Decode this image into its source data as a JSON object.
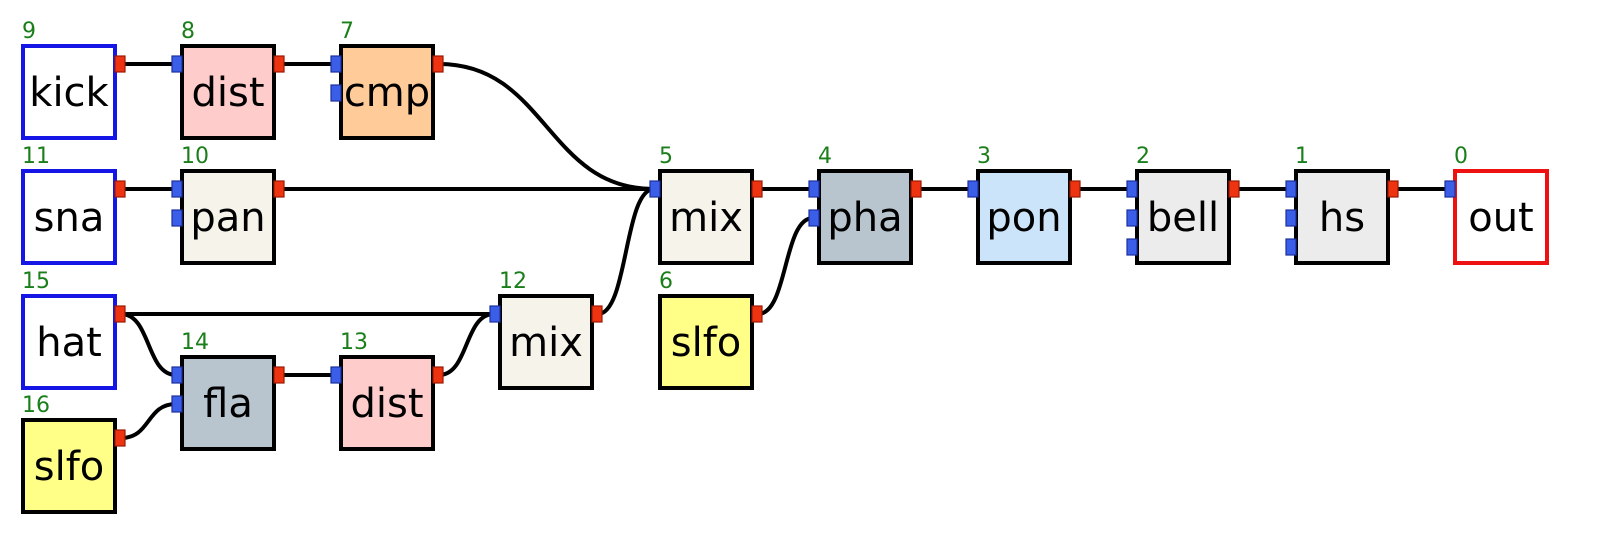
{
  "colors": {
    "wire": "#000000",
    "id_label": "#1a7f1a",
    "input_port": "#3b5ee8",
    "input_port_stroke": "#1b2f9e",
    "output_port": "#ee3311",
    "output_port_stroke": "#9a1a05",
    "source_border": "#1515e6",
    "sink_border": "#ee1111",
    "default_border": "#000000"
  },
  "nodes": [
    {
      "id": "9",
      "label": "kick",
      "fill": "#ffffff",
      "border": "source",
      "inputs": 0,
      "output": true
    },
    {
      "id": "8",
      "label": "dist",
      "fill": "#ffcccc",
      "border": "default",
      "inputs": 1,
      "output": true
    },
    {
      "id": "7",
      "label": "cmp",
      "fill": "#ffcc99",
      "border": "default",
      "inputs": 2,
      "output": true
    },
    {
      "id": "11",
      "label": "sna",
      "fill": "#ffffff",
      "border": "source",
      "inputs": 0,
      "output": true
    },
    {
      "id": "10",
      "label": "pan",
      "fill": "#f6f4ea",
      "border": "default",
      "inputs": 2,
      "output": true
    },
    {
      "id": "5",
      "label": "mix",
      "fill": "#f6f4ea",
      "border": "default",
      "inputs": 1,
      "output": true
    },
    {
      "id": "4",
      "label": "pha",
      "fill": "#b8c4ce",
      "border": "default",
      "inputs": 2,
      "output": true
    },
    {
      "id": "3",
      "label": "pon",
      "fill": "#cce4fa",
      "border": "default",
      "inputs": 1,
      "output": true
    },
    {
      "id": "2",
      "label": "bell",
      "fill": "#ececec",
      "border": "default",
      "inputs": 3,
      "output": true
    },
    {
      "id": "1",
      "label": "hs",
      "fill": "#ececec",
      "border": "default",
      "inputs": 3,
      "output": true
    },
    {
      "id": "0",
      "label": "out",
      "fill": "#ffffff",
      "border": "sink",
      "inputs": 1,
      "output": false
    },
    {
      "id": "15",
      "label": "hat",
      "fill": "#ffffff",
      "border": "source",
      "inputs": 0,
      "output": true
    },
    {
      "id": "12",
      "label": "mix",
      "fill": "#f6f4ea",
      "border": "default",
      "inputs": 1,
      "output": true
    },
    {
      "id": "6",
      "label": "slfo",
      "fill": "#ffff88",
      "border": "default",
      "inputs": 0,
      "output": true
    },
    {
      "id": "14",
      "label": "fla",
      "fill": "#b8c4ce",
      "border": "default",
      "inputs": 2,
      "output": true
    },
    {
      "id": "13",
      "label": "dist",
      "fill": "#ffcccc",
      "border": "default",
      "inputs": 1,
      "output": true
    },
    {
      "id": "16",
      "label": "slfo",
      "fill": "#ffff88",
      "border": "default",
      "inputs": 0,
      "output": true
    }
  ],
  "edges": [
    {
      "from": "9",
      "to": "8",
      "in": 0
    },
    {
      "from": "8",
      "to": "7",
      "in": 0
    },
    {
      "from": "7",
      "to": "5",
      "in": 0
    },
    {
      "from": "11",
      "to": "10",
      "in": 0
    },
    {
      "from": "10",
      "to": "5",
      "in": 0
    },
    {
      "from": "12",
      "to": "5",
      "in": 0
    },
    {
      "from": "5",
      "to": "4",
      "in": 0
    },
    {
      "from": "6",
      "to": "4",
      "in": 1
    },
    {
      "from": "4",
      "to": "3",
      "in": 0
    },
    {
      "from": "3",
      "to": "2",
      "in": 0
    },
    {
      "from": "2",
      "to": "1",
      "in": 0
    },
    {
      "from": "1",
      "to": "0",
      "in": 0
    },
    {
      "from": "15",
      "to": "12",
      "in": 0
    },
    {
      "from": "15",
      "to": "14",
      "in": 0
    },
    {
      "from": "16",
      "to": "14",
      "in": 1
    },
    {
      "from": "14",
      "to": "13",
      "in": 0
    },
    {
      "from": "13",
      "to": "12",
      "in": 0
    }
  ]
}
